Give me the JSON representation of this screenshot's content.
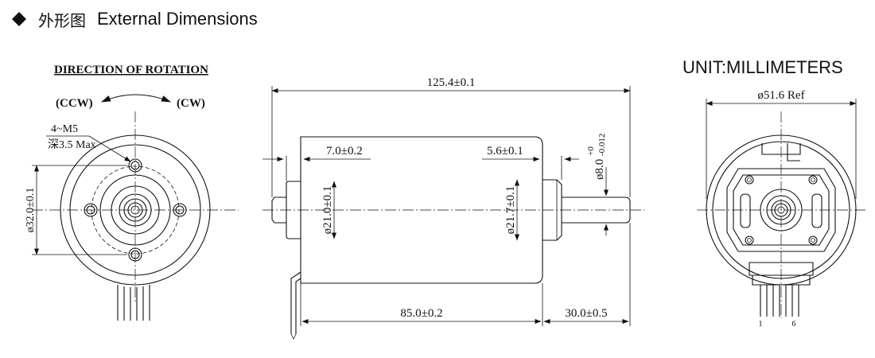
{
  "header": {
    "title_cn": "外形图",
    "title_en": "External Dimensions"
  },
  "unit_label": "UNIT:MILLIMETERS",
  "left_view": {
    "rotation_title": "DIRECTION OF ROTATION",
    "ccw": "(CCW)",
    "cw": "(CW)",
    "thread": "4~M5",
    "depth": "深3.5 Max",
    "diameter": "ø32.0±0.1"
  },
  "side_view": {
    "overall_length": "125.4±0.1",
    "rear_step": "7.0±0.2",
    "front_step": "5.6±0.1",
    "shaft_dia_main": "ø8.0",
    "shaft_tol_upper": "+0",
    "shaft_tol_lower": "-0.012",
    "rear_boss_dia": "ø21.0±0.1",
    "front_boss_dia": "ø21.7±0.1",
    "body_length": "85.0±0.2",
    "shaft_length": "30.0±0.5"
  },
  "right_view": {
    "outer_dia": "ø51.6 Ref",
    "pin_first": "1",
    "pin_last": "6"
  }
}
